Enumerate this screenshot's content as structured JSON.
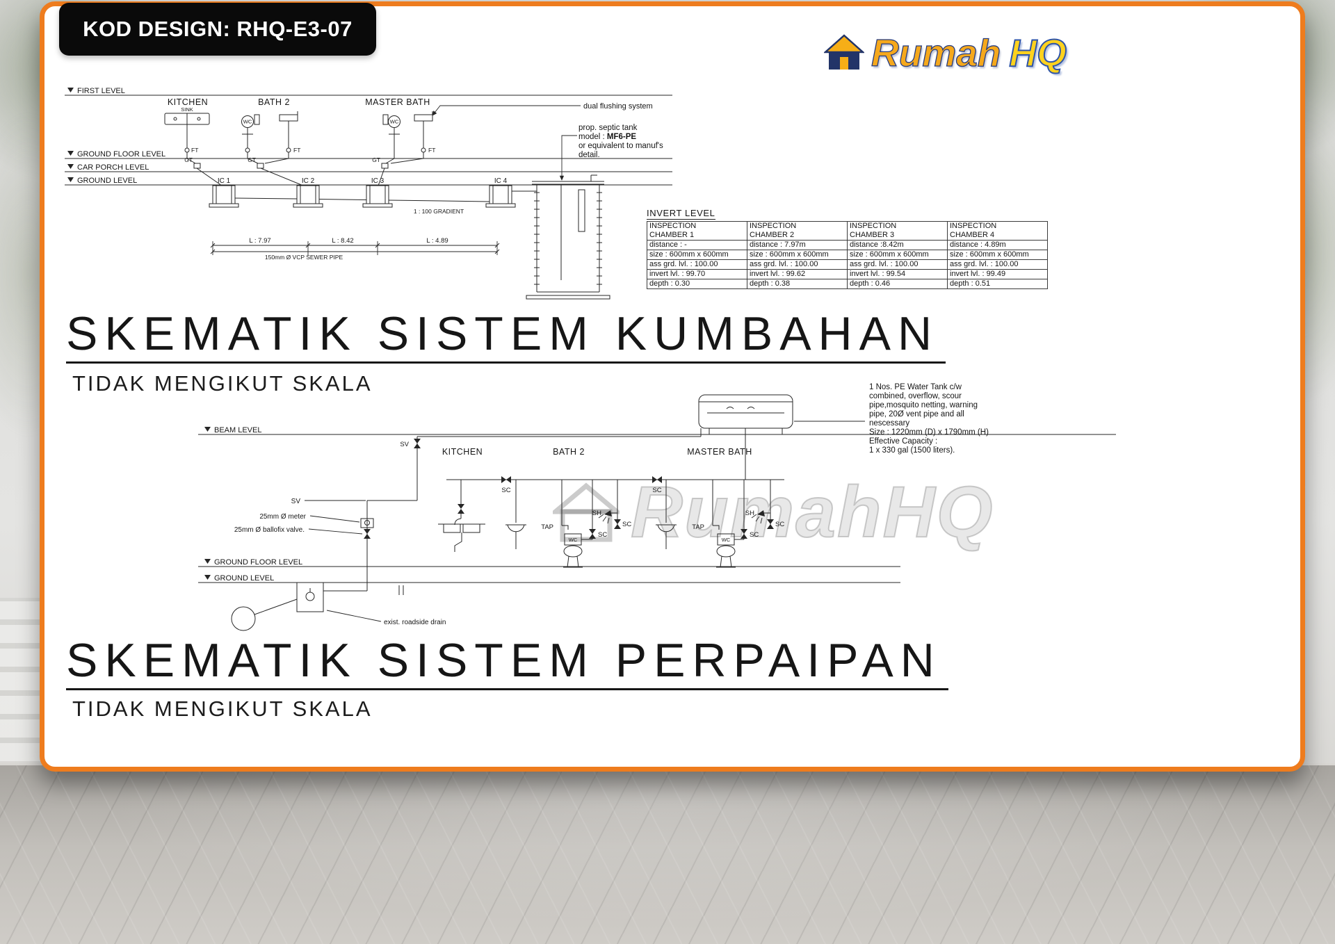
{
  "header": {
    "kod_design": "KOD DESIGN: RHQ-E3-07",
    "brand": {
      "rumah": "Rumah",
      "hq": "HQ"
    }
  },
  "sewerage": {
    "levels": {
      "first": "FIRST LEVEL",
      "ground_floor": "GROUND FLOOR LEVEL",
      "car_porch": "CAR PORCH LEVEL",
      "ground": "GROUND LEVEL"
    },
    "rooms": {
      "kitchen": "KITCHEN",
      "bath2": "BATH 2",
      "master_bath": "MASTER BATH"
    },
    "labels": {
      "sink": "SINK",
      "wc": "WC",
      "ft": "FT",
      "gt": "GT"
    },
    "chambers": {
      "ic1": "IC 1",
      "ic2": "IC 2",
      "ic3": "IC 3",
      "ic4": "IC 4"
    },
    "gradient": "1 : 100 GRADIENT",
    "dimensions": {
      "d1": "L : 7.97",
      "d2": "L : 8.42",
      "d3": "L : 4.89"
    },
    "pipe": "150mm Ø VCP SEWER PIPE",
    "notes": {
      "dual_flush": "dual flushing system",
      "septic_line1": "prop. septic tank",
      "septic_line2_prefix": "model : ",
      "septic_model": "MF6-PE",
      "septic_line3": "or equivalent to manuf's",
      "septic_line4": "detail."
    }
  },
  "invert_table": {
    "title": "INVERT LEVEL",
    "columns": [
      {
        "h1": "INSPECTION",
        "h2": "CHAMBER 1",
        "distance": "distance : -",
        "size": "size : 600mm x 600mm",
        "grd": "ass grd. lvl. : 100.00",
        "invert": "invert lvl. : 99.70",
        "depth": "depth : 0.30"
      },
      {
        "h1": "INSPECTION",
        "h2": "CHAMBER 2",
        "distance": "distance : 7.97m",
        "size": "size : 600mm x 600mm",
        "grd": "ass grd. lvl. : 100.00",
        "invert": "invert lvl. : 99.62",
        "depth": "depth : 0.38"
      },
      {
        "h1": "INSPECTION",
        "h2": "CHAMBER 3",
        "distance": "distance :8.42m",
        "size": "size : 600mm x 600mm",
        "grd": "ass grd. lvl. : 100.00",
        "invert": "invert lvl. : 99.54",
        "depth": "depth : 0.46"
      },
      {
        "h1": "INSPECTION",
        "h2": "CHAMBER 4",
        "distance": "distance : 4.89m",
        "size": "size : 600mm x 600mm",
        "grd": "ass grd. lvl. : 100.00",
        "invert": "invert lvl. : 99.49",
        "depth": "depth : 0.51"
      }
    ]
  },
  "sections": {
    "kumbahan_title": "SKEMATIK SISTEM KUMBAHAN",
    "kumbahan_subtitle": "TIDAK MENGIKUT SKALA",
    "perpaipan_title": "SKEMATIK SISTEM PERPAIPAN",
    "perpaipan_subtitle": "TIDAK MENGIKUT SKALA"
  },
  "piping": {
    "levels": {
      "beam": "BEAM LEVEL",
      "ground_floor": "GROUND FLOOR LEVEL",
      "ground": "GROUND LEVEL"
    },
    "rooms": {
      "kitchen": "KITCHEN",
      "bath2": "BATH 2",
      "master_bath": "MASTER BATH"
    },
    "tank_note": {
      "l1": "1 Nos. PE Water Tank c/w",
      "l2": "combined, overflow, scour",
      "l3": "pipe,mosquito netting, warning",
      "l4": "pipe, 20Ø vent pipe and all",
      "l5": "nescessary",
      "l6": "Size : 1220mm (D) x 1790mm (H)",
      "l7": "Effective Capacity :",
      "l8": "1 x 330 gal (1500 liters)."
    },
    "labels": {
      "sv": "SV",
      "meter": "25mm Ø meter",
      "ballofix": "25mm Ø ballofix valve.",
      "sc": "SC",
      "sh": "SH",
      "tap": "TAP",
      "wc": "WC",
      "drain": "exist. roadside drain"
    }
  },
  "watermark": "RumahHQ",
  "colors": {
    "accent_orange": "#EE7C1E",
    "brand_gold": "#F5A81C",
    "brand_navy": "#253B80",
    "ink": "#1b1b1b"
  }
}
